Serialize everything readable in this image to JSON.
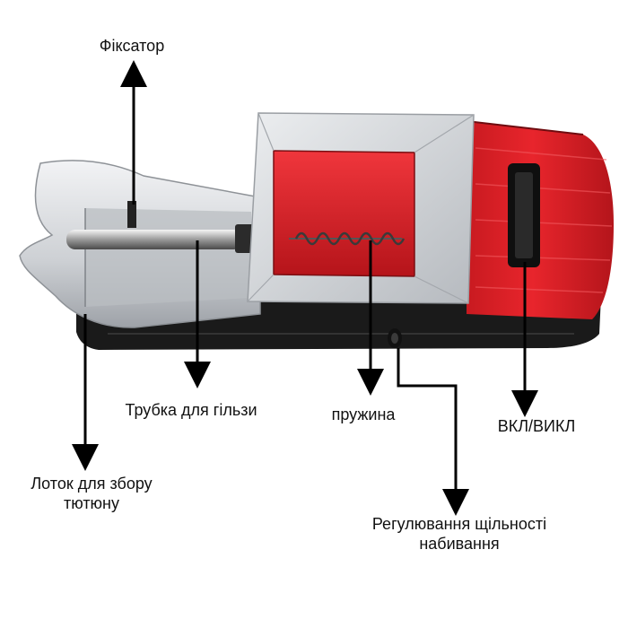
{
  "labels": {
    "fixator": "Фіксатор",
    "tube": "Трубка для гільзи",
    "spring": "пружина",
    "on_off": "ВКЛ/ВИКЛ",
    "tray_line1": "Лоток для збору",
    "tray_line2": "тютюну",
    "density_line1": "Регулювання щільності",
    "density_line2": "набивання"
  },
  "colors": {
    "body_red": "#e21e26",
    "dark_red": "#9a0f14",
    "silver": "#cfd2d6",
    "black": "#141414",
    "arrow": "#000000"
  }
}
